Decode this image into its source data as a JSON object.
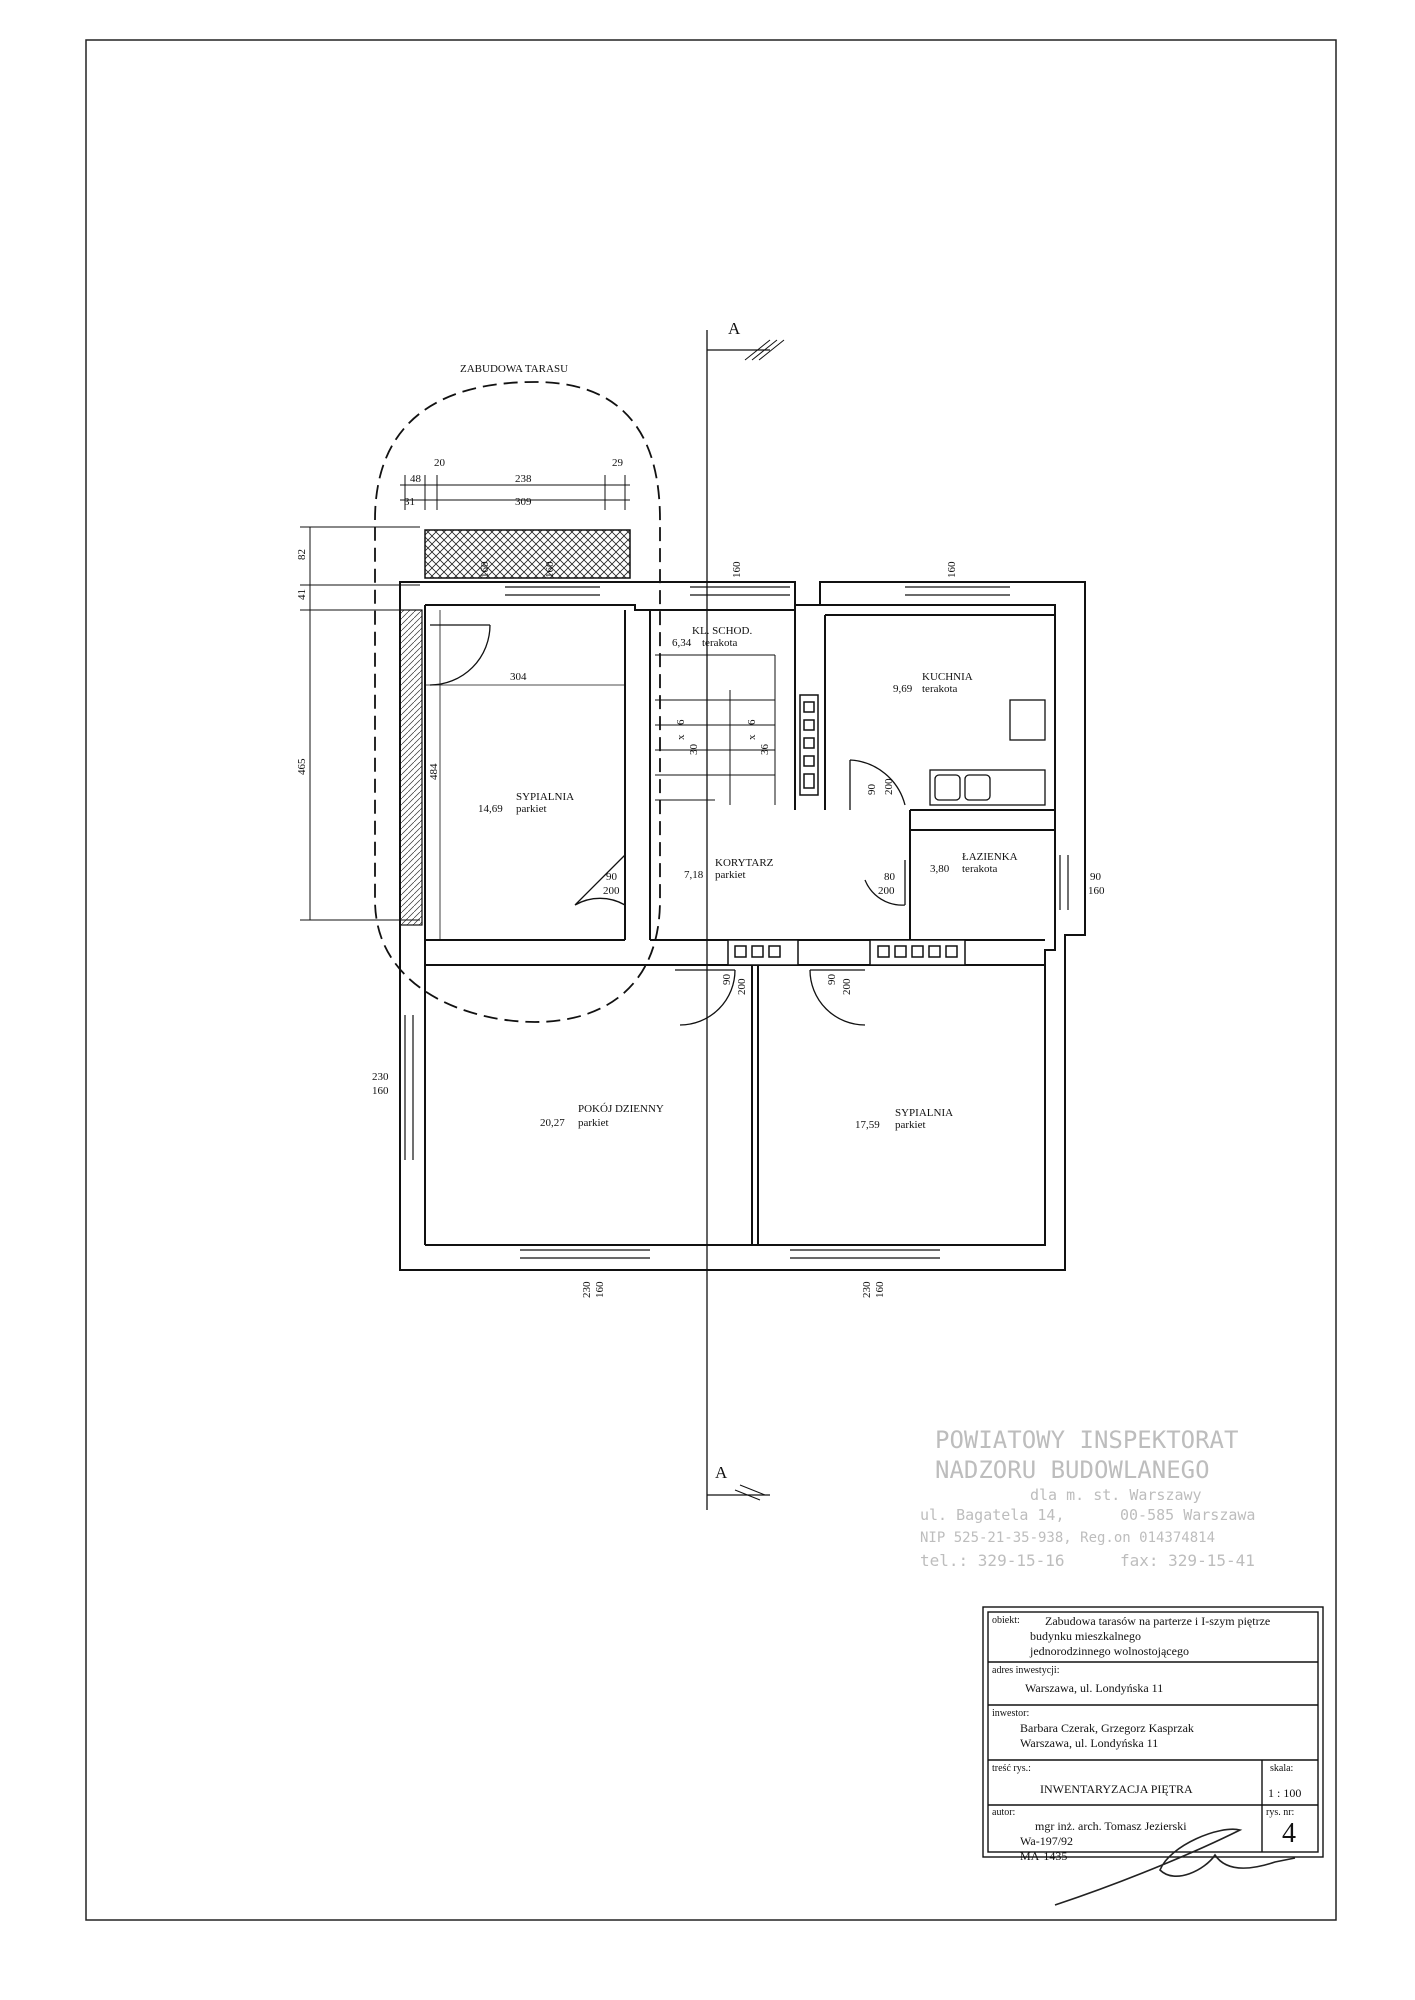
{
  "terrace_label": "ZABUDOWA TARASU",
  "section_mark": "A",
  "terrace_dims": {
    "d20": "20",
    "d29": "29",
    "d48": "48",
    "d238": "238",
    "d31": "31",
    "d309": "309"
  },
  "left_dims": {
    "d82": "82",
    "d41": "41",
    "d465": "465"
  },
  "inner_dims": {
    "d304": "304",
    "d484": "484"
  },
  "window_labels": {
    "w160": "160",
    "w230": "230",
    "w90": "90"
  },
  "door_labels": {
    "d90": "90",
    "d80": "80",
    "d200": "200"
  },
  "stair_labels": {
    "s6": "6",
    "s30": "30",
    "s36": "36",
    "sx": "x"
  },
  "rooms": [
    {
      "id": "klatka",
      "name": "KL. SCHOD.",
      "area": "6,34",
      "floor": "terakota"
    },
    {
      "id": "kuchnia",
      "name": "KUCHNIA",
      "area": "9,69",
      "floor": "terakota"
    },
    {
      "id": "sypialnia1",
      "name": "SYPIALNIA",
      "area": "14,69",
      "floor": "parkiet"
    },
    {
      "id": "korytarz",
      "name": "KORYTARZ",
      "area": "7,18",
      "floor": "parkiet"
    },
    {
      "id": "lazienka",
      "name": "ŁAZIENKA",
      "area": "3,80",
      "floor": "terakota"
    },
    {
      "id": "pokoj",
      "name": "POKÓJ DZIENNY",
      "area": "20,27",
      "floor": "parkiet"
    },
    {
      "id": "sypialnia2",
      "name": "SYPIALNIA",
      "area": "17,59",
      "floor": "parkiet"
    }
  ],
  "stamp": {
    "line1": "POWIATOWY INSPEKTORAT",
    "line2": "NADZORU BUDOWLANEGO",
    "line3": "dla m. st. Warszawy",
    "line4a": "ul. Bagatela 14,",
    "line4b": "00-585 Warszawa",
    "line5": "NIP 525-21-35-938, Reg.on 014374814",
    "line6a": "tel.: 329-15-16",
    "line6b": "fax: 329-15-41"
  },
  "title_block": {
    "obiekt_label": "obiekt:",
    "obiekt_1": "Zabudowa tarasów na parterze i I-szym piętrze",
    "obiekt_2": "budynku mieszkalnego",
    "obiekt_3": "jednorodzinnego wolnostojącego",
    "adres_label": "adres inwestycji:",
    "adres": "Warszawa, ul. Londyńska 11",
    "inwestor_label": "inwestor:",
    "inwestor_1": "Barbara Czerak, Grzegorz Kasprzak",
    "inwestor_2": "Warszawa, ul. Londyńska 11",
    "tresc_label": "treść rys.:",
    "tresc": "INWENTARYZACJA PIĘTRA",
    "skala_label": "skala:",
    "skala": "1 : 100",
    "autor_label": "autor:",
    "autor_1": "mgr inż. arch. Tomasz Jezierski",
    "autor_2": "Wa-197/92",
    "autor_3": "MA-1435",
    "rys_label": "rys. nr:",
    "rys_nr": "4"
  }
}
